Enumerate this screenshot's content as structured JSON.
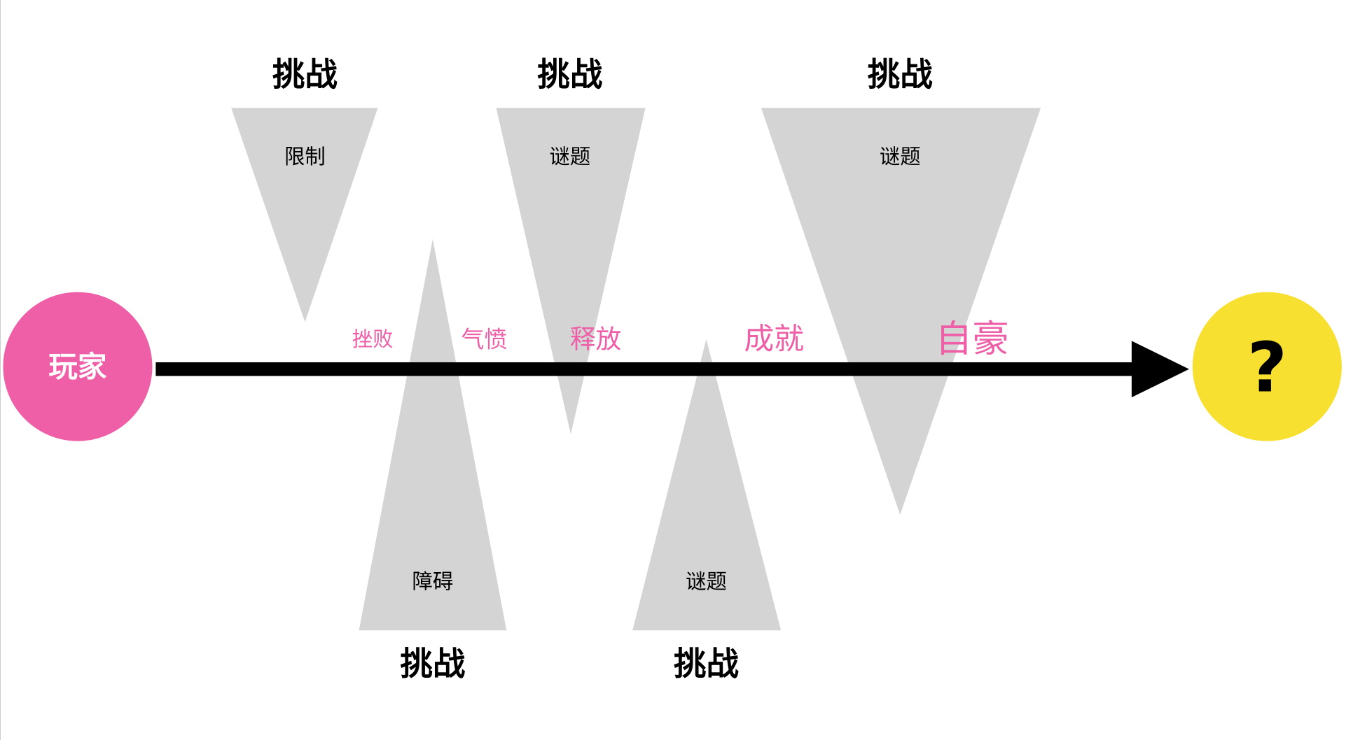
{
  "colors": {
    "player": "#EE5FA7",
    "goal": "#F7E02F",
    "triangle": "#D4D4D4",
    "emotion": "#EE5FA7",
    "arrow": "#000000"
  },
  "start_label": "玩家",
  "end_label": "?",
  "challenges_top": [
    {
      "title": "挑战",
      "type": "限制"
    },
    {
      "title": "挑战",
      "type": "谜题"
    },
    {
      "title": "挑战",
      "type": "谜题"
    }
  ],
  "challenges_bottom": [
    {
      "title": "挑战",
      "type": "障碍"
    },
    {
      "title": "挑战",
      "type": "谜题"
    }
  ],
  "emotions": [
    "挫败",
    "气愤",
    "释放",
    "成就",
    "自豪"
  ]
}
